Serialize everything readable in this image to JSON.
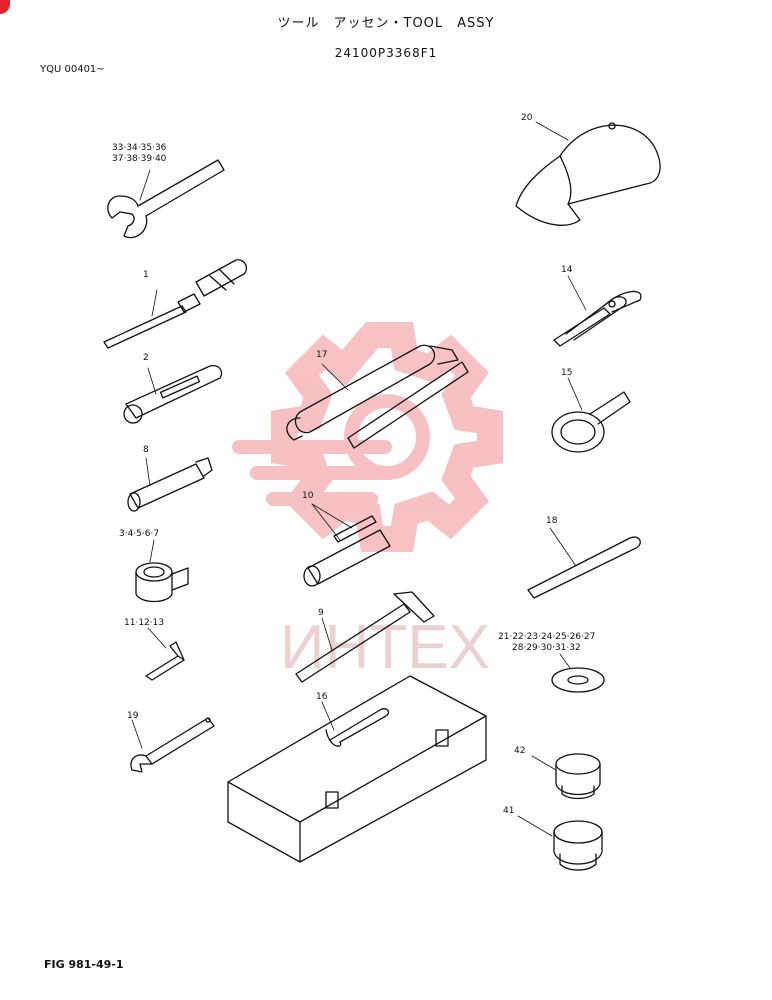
{
  "header": {
    "title": "ツール　アッセン・TOOL　ASSY",
    "part_number": "24100P3368F1",
    "serial_range": "YQU 00401~"
  },
  "footer": {
    "figure_ref": "FIG 981-49-1"
  },
  "watermark": {
    "text": "ИНТЕХ",
    "color": "#e8404a"
  },
  "callouts": {
    "c33": "33·34·35·36",
    "c37": "37·38·39·40",
    "c1": "1",
    "c2": "2",
    "c8": "8",
    "c3": "3·4·5·6·7",
    "c11": "11·12·13",
    "c19": "19",
    "c17": "17",
    "c10": "10",
    "c9": "9",
    "c16": "16",
    "c20": "20",
    "c14": "14",
    "c15": "15",
    "c18": "18",
    "c21": "21·22·23·24·25·26·27",
    "c28": "28·29·30·31·32",
    "c42": "42",
    "c41": "41"
  }
}
